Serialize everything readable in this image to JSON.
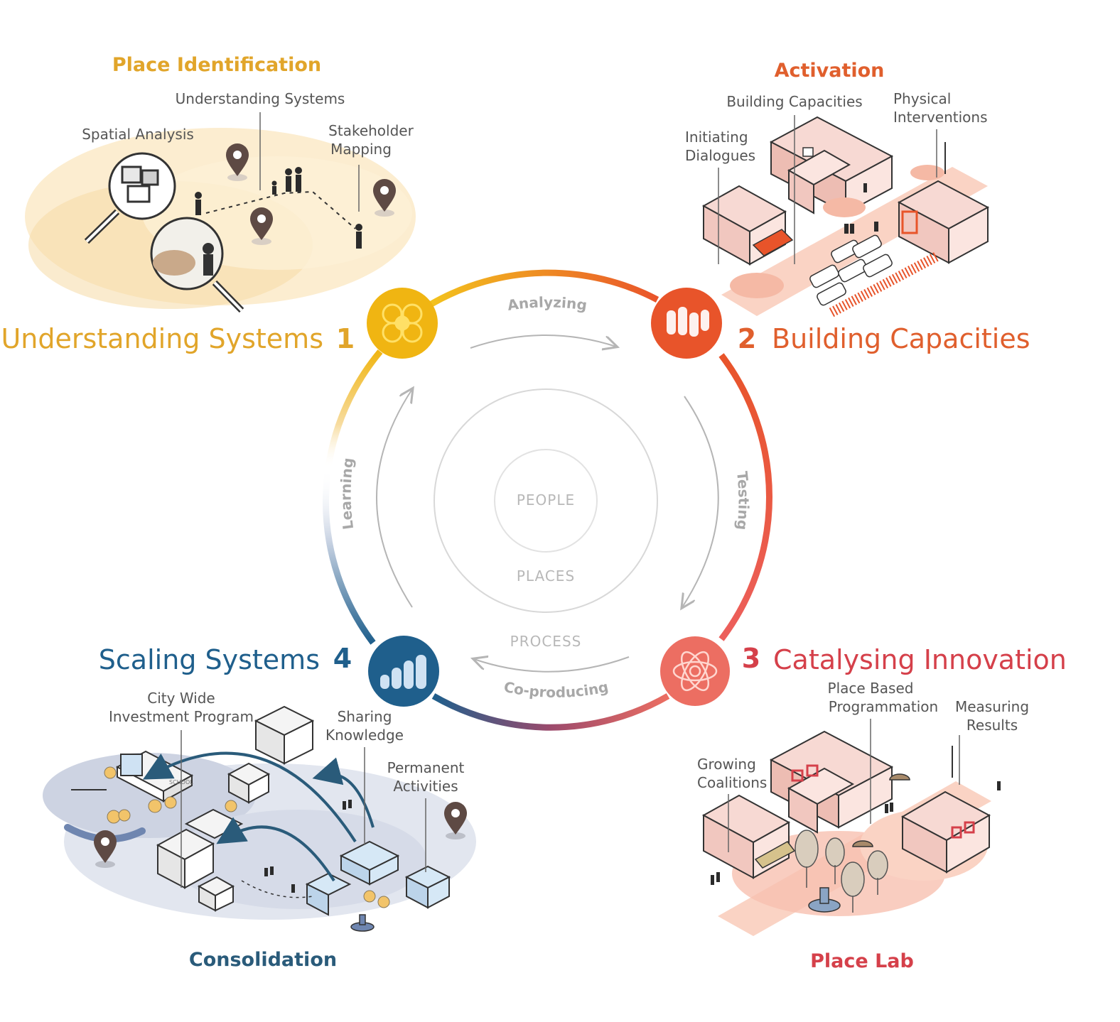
{
  "colors": {
    "stage1": "#f0b512",
    "stage2": "#e8542a",
    "stage3": "#ec6e62",
    "stage4": "#1f5f8c",
    "header1": "#e1a52a",
    "header2": "#e05f2d",
    "header3": "#d5404a",
    "header4": "#2a5b7a",
    "ring_label": "#a8a8a8",
    "pin": "#5e4a44"
  },
  "center": {
    "people": "PEOPLE",
    "places": "PLACES",
    "process": "PROCESS"
  },
  "cycle": {
    "analyzing": "Analyzing",
    "testing": "Testing",
    "co_producing": "Co-producing",
    "learning": "Learning"
  },
  "stages": [
    {
      "number": "1",
      "title": "Understanding Systems",
      "header": "Place Identification",
      "icon": "flower-cluster-icon",
      "labels": [
        "Understanding Systems",
        "Spatial Analysis",
        "Stakeholder",
        "Mapping"
      ]
    },
    {
      "number": "2",
      "title": "Building Capacities",
      "header": "Activation",
      "icon": "stacked-bars-icon",
      "labels": [
        "Building Capacities",
        "Physical",
        "Interventions",
        "Initiating",
        "Dialogues"
      ]
    },
    {
      "number": "3",
      "title": "Catalysing Innovation",
      "header": "Place Lab",
      "icon": "atom-flower-icon",
      "labels": [
        "Place Based",
        "Programmation",
        "Measuring",
        "Results",
        "Growing",
        "Coalitions"
      ]
    },
    {
      "number": "4",
      "title": "Scaling Systems",
      "header": "Consolidation",
      "icon": "rising-bars-icon",
      "labels": [
        "City Wide",
        "Investment Program",
        "Sharing",
        "Knowledge",
        "Permanent",
        "Activities"
      ]
    }
  ],
  "illustration_text": {
    "school_sign": "SCHOOL"
  }
}
